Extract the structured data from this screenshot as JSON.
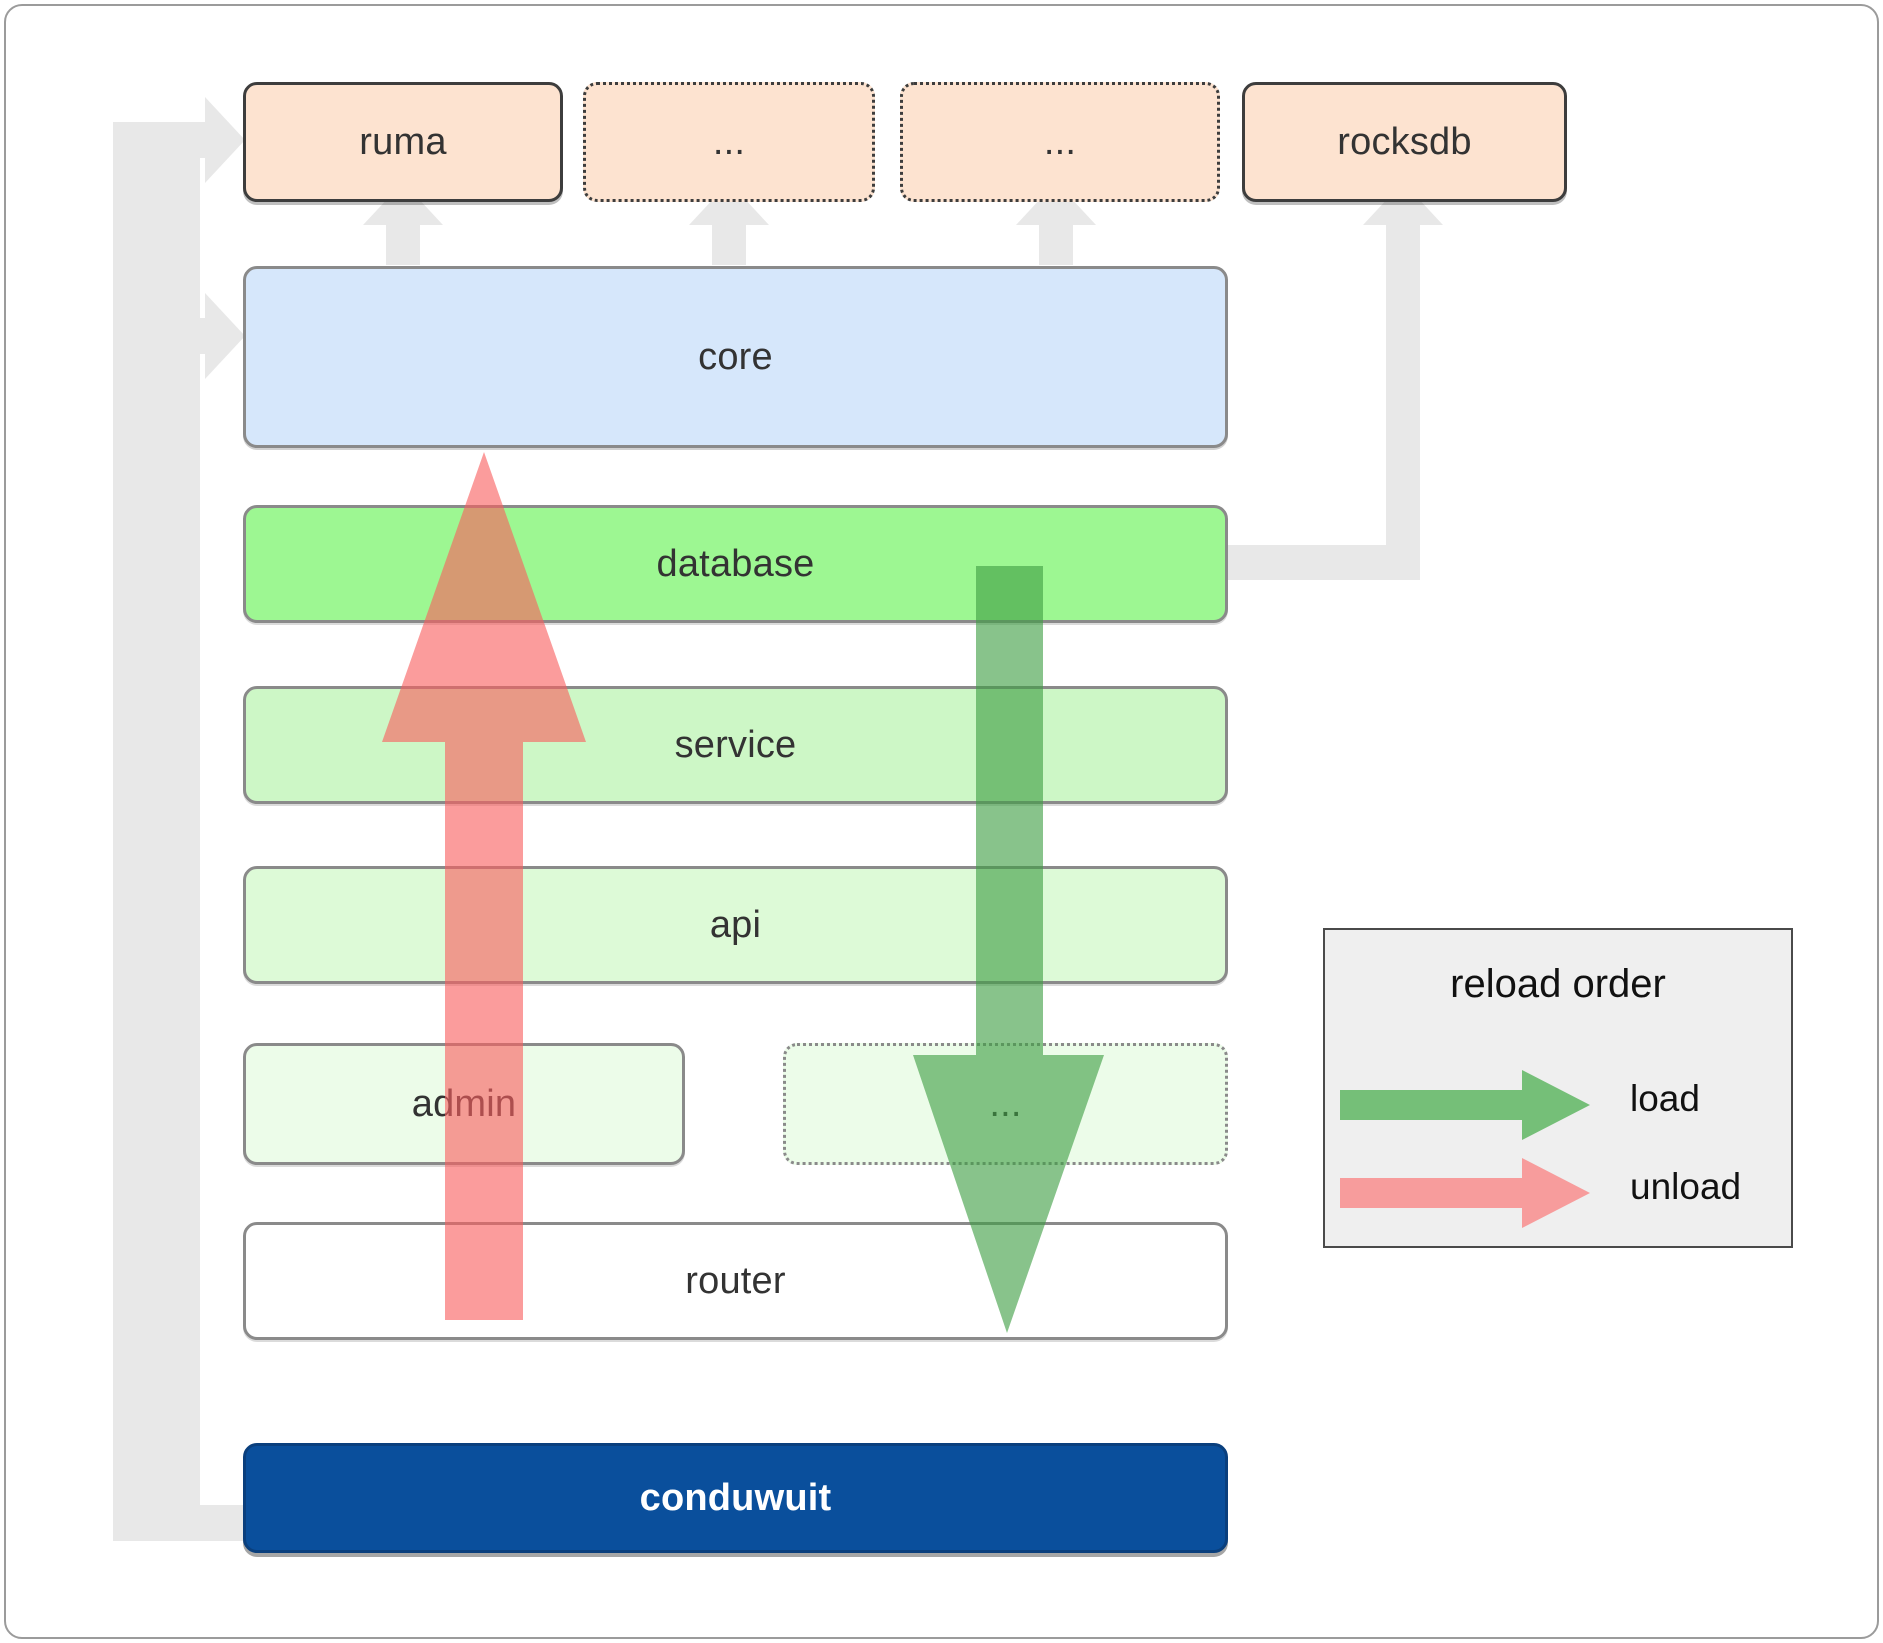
{
  "diagram": {
    "title": "conduwuit crate dependency / reload order diagram",
    "external_crates": [
      {
        "label": "ruma",
        "style": "solid"
      },
      {
        "label": "...",
        "style": "dotted"
      },
      {
        "label": "...",
        "style": "dotted"
      },
      {
        "label": "rocksdb",
        "style": "solid"
      }
    ],
    "core": {
      "label": "core"
    },
    "layers": [
      {
        "label": "database",
        "style": "solid",
        "shade": "g1"
      },
      {
        "label": "service",
        "style": "solid",
        "shade": "g2"
      },
      {
        "label": "api",
        "style": "solid",
        "shade": "g3"
      },
      {
        "label": "admin",
        "style": "solid",
        "shade": "g4"
      },
      {
        "label": "...",
        "style": "dotted",
        "shade": "g4"
      },
      {
        "label": "router",
        "style": "solid",
        "shade": "g5"
      }
    ],
    "binary": {
      "label": "conduwuit"
    },
    "legend": {
      "title": "reload order",
      "items": [
        {
          "label": "load",
          "color": "#4caf50",
          "direction": "down"
        },
        {
          "label": "unload",
          "color": "#f98080",
          "direction": "up"
        }
      ]
    },
    "colors": {
      "external_fill": "#fde3d0",
      "core_fill": "#d6e7fb",
      "layer_top_fill": "#9df792",
      "brand_fill": "#0a4f9c",
      "connector": "#e8e8e8",
      "load_arrow": "#4caf50",
      "unload_arrow": "#f98080",
      "legend_bg": "#efefef"
    }
  }
}
